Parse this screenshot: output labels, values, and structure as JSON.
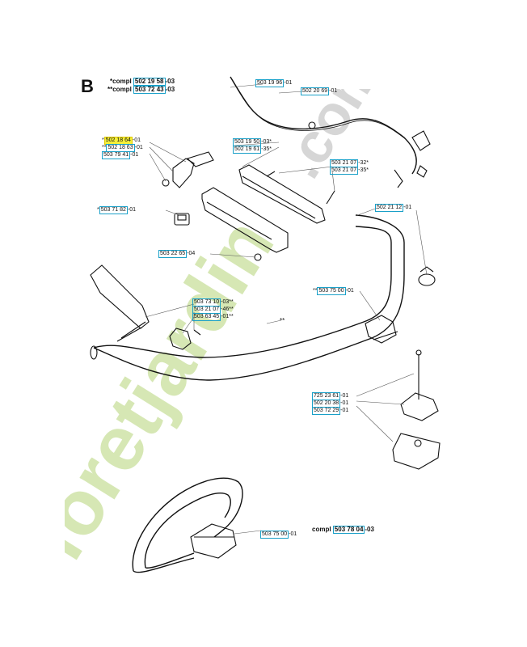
{
  "section_letter": "B",
  "assemblies": [
    {
      "prefix": "*compl",
      "num": "502 19 58",
      "suffix": "-03"
    },
    {
      "prefix": "**compl",
      "num": "503 72 43",
      "suffix": "-03"
    },
    {
      "prefix": "compl",
      "num": "503 78 04",
      "suffix": "-03"
    }
  ],
  "part_tags": [
    {
      "pre": "",
      "num": "503 19 96",
      "suf": "-01",
      "highlighted": false
    },
    {
      "pre": "",
      "num": "502 20 69",
      "suf": "-01",
      "highlighted": false
    },
    {
      "pre": "*",
      "num": "502 18 64",
      "suf": "-01",
      "highlighted": true
    },
    {
      "pre": "**",
      "num": "502 18 63",
      "suf": "-01",
      "highlighted": false
    },
    {
      "pre": "",
      "num": "503 79 41",
      "suf": "-01",
      "highlighted": false
    },
    {
      "pre": "",
      "num": "503 19 50",
      "suf": "-03*",
      "highlighted": false
    },
    {
      "pre": "",
      "num": "502 19 61",
      "suf": "-35*",
      "highlighted": false
    },
    {
      "pre": "",
      "num": "503 21 07",
      "suf": "-32*",
      "highlighted": false
    },
    {
      "pre": "",
      "num": "503 21 07",
      "suf": "-35*",
      "highlighted": false
    },
    {
      "pre": "*",
      "num": "503 71 82",
      "suf": "-01",
      "highlighted": false
    },
    {
      "pre": "",
      "num": "502 21 12",
      "suf": "-01",
      "highlighted": false
    },
    {
      "pre": "",
      "num": "503 22 65",
      "suf": "-04",
      "highlighted": false
    },
    {
      "pre": "**",
      "num": "503 75 00",
      "suf": "-01",
      "highlighted": false
    },
    {
      "pre": "",
      "num": "503 73 10",
      "suf": "-03**",
      "highlighted": false
    },
    {
      "pre": "",
      "num": "503 21 07",
      "suf": "-46**",
      "highlighted": false
    },
    {
      "pre": "",
      "num": "503 63 45",
      "suf": "-01**",
      "highlighted": false
    },
    {
      "pre": "",
      "num": "725 23 61",
      "suf": "-01",
      "highlighted": false
    },
    {
      "pre": "",
      "num": "502 20 38",
      "suf": "-01",
      "highlighted": false
    },
    {
      "pre": "",
      "num": "503 72 29",
      "suf": "-01",
      "highlighted": false
    },
    {
      "pre": "",
      "num": "503 75 00",
      "suf": "-01",
      "highlighted": false
    }
  ],
  "callout_marks": [
    "**"
  ],
  "watermark": {
    "text": "foretjardin.com",
    "colors": [
      "#cfe3a8",
      "#f2c8a8",
      "#cccccc"
    ]
  },
  "colors": {
    "tag_border": "#1aa0c8",
    "highlight": "#f4ef3a"
  }
}
